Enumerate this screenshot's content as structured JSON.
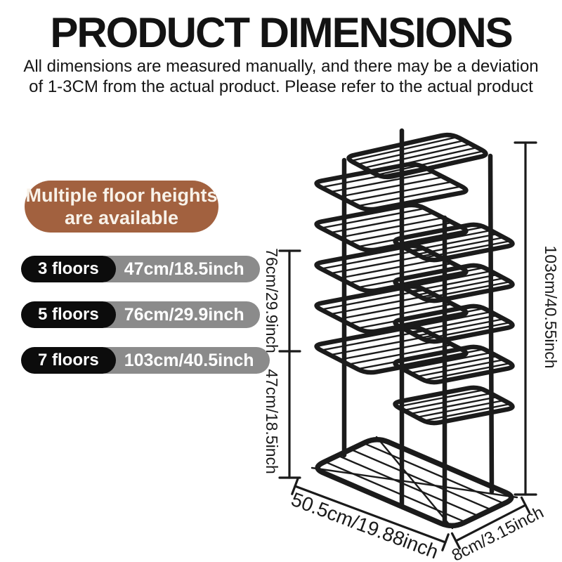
{
  "header": {
    "title": "PRODUCT DIMENSIONS",
    "subtitle_line1": "All dimensions are measured manually, and there may be a deviation",
    "subtitle_line2": "of 1-3CM from the actual product. Please refer to the actual product"
  },
  "info_badge": {
    "line1": "Multiple floor heights",
    "line2": "are available",
    "bg_color": "#a2613f",
    "text_color": "#f8f2e9"
  },
  "floor_options": [
    {
      "floors": "3 floors",
      "size": "47cm/18.5inch"
    },
    {
      "floors": "5 floors",
      "size": "76cm/29.9inch"
    },
    {
      "floors": "7 floors",
      "size": "103cm/40.5inch"
    }
  ],
  "colors": {
    "pill_black": "#0c0c0c",
    "pill_gray": "#8b8b8b",
    "rack_line": "#1b1b1b",
    "dim_line": "#1a1a1a",
    "background": "#ffffff"
  },
  "diagram": {
    "height_total": "103cm/40.55inch",
    "height_upper": "76cm/29.9inch",
    "height_lower": "47cm/18.5inch",
    "base_width": "50.5cm/19.88inch",
    "base_depth": "8cm/3.15inch"
  }
}
